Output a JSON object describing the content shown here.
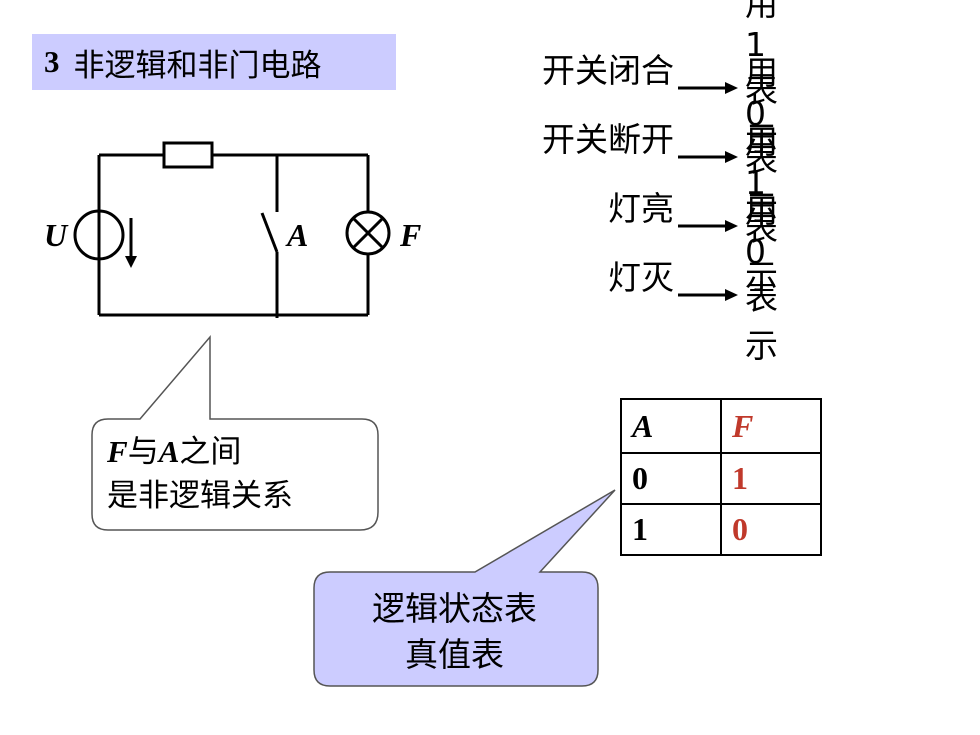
{
  "title": {
    "number": "3",
    "text": "非逻辑和非门电路"
  },
  "circuit": {
    "source_label": "U",
    "switch_label": "A",
    "lamp_label": "F"
  },
  "rules": [
    {
      "condition": "开关闭合",
      "result": "用1表示"
    },
    {
      "condition": "开关断开",
      "result": "用0表示"
    },
    {
      "condition": "灯亮",
      "result": "用1表示"
    },
    {
      "condition": "灯灭",
      "result": "用0表示"
    }
  ],
  "callout_relation": {
    "var_f": "F",
    "mid1": "与",
    "var_a": "A",
    "mid2": "之间",
    "line2": "是非逻辑关系"
  },
  "truth_table": {
    "headers": [
      "A",
      "F"
    ],
    "rows": [
      [
        "0",
        "1"
      ],
      [
        "1",
        "0"
      ]
    ]
  },
  "callout_table": {
    "line1": "逻辑状态表",
    "line2": "真值表"
  },
  "colors": {
    "title_bg": "#ccccff",
    "callout_bg": "#ccccff",
    "output_red": "#c0392b"
  }
}
